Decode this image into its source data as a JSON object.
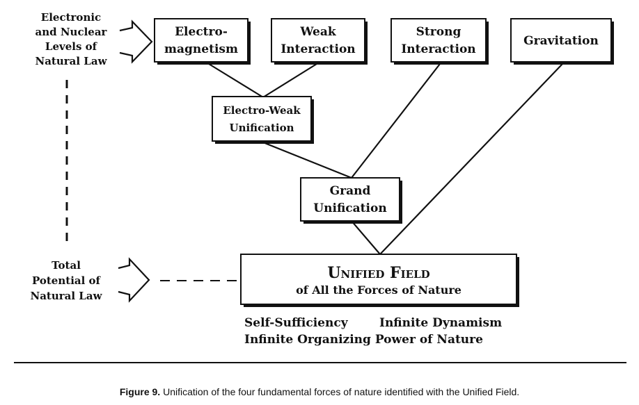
{
  "left_labels": {
    "top": [
      "Electronic",
      "and Nuclear",
      "Levels of",
      "Natural Law"
    ],
    "bottom": [
      "Total",
      "Potential of",
      "Natural Law"
    ]
  },
  "boxes": {
    "electromagnetism": [
      "Electro-",
      "magnetism"
    ],
    "weak": [
      "Weak",
      "Interaction"
    ],
    "strong": [
      "Strong",
      "Interaction"
    ],
    "gravitation": [
      "Gravitation"
    ],
    "electroweak": [
      "Electro-Weak",
      "Unification"
    ],
    "grand": [
      "Grand",
      "Unification"
    ],
    "unified_title": "Unified Field",
    "unified_sub": "of All the Forces of Nature"
  },
  "qualities": {
    "line1_a": "Self-Sufficiency",
    "line1_b": "Infinite Dynamism",
    "line2": "Infinite Organizing Power of Nature"
  },
  "caption": {
    "label": "Figure 9.",
    "text": " Unification of the four fundamental forces of nature identified with the Unified Field."
  }
}
